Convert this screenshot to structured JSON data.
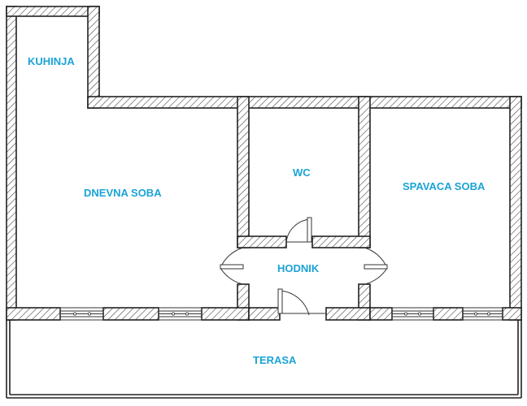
{
  "plan": {
    "rooms": {
      "kuhinja": "KUHINJA",
      "dnevna_soba": "DNEVNA SOBA",
      "wc": "WC",
      "spavaca_soba": "SPAVACA SOBA",
      "hodnik": "HODNIK",
      "terasa": "TERASA"
    },
    "label_color": "#1aa3d6",
    "wall_color": "#222222"
  }
}
